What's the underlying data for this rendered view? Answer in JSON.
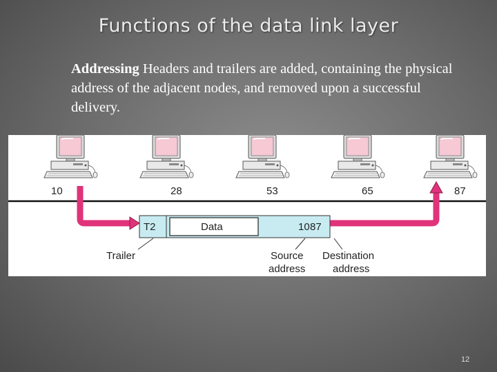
{
  "slide": {
    "title": "Functions of the data link layer",
    "body_heading": "Addressing",
    "body_text": " Headers and trailers are added, containing the physical address of the adjacent nodes, and removed upon a successful delivery.",
    "page_number": "12"
  },
  "diagram": {
    "nodes": [
      {
        "address": "10",
        "icon": "computer-icon"
      },
      {
        "address": "28",
        "icon": "computer-icon"
      },
      {
        "address": "53",
        "icon": "computer-icon"
      },
      {
        "address": "65",
        "icon": "computer-icon"
      },
      {
        "address": "87",
        "icon": "computer-icon"
      }
    ],
    "frame": {
      "trailer": "T2",
      "data": "Data",
      "source": "10",
      "destination": "87"
    },
    "labels": {
      "trailer": "Trailer",
      "source_line1": "Source",
      "source_line2": "address",
      "destination_line1": "Destination",
      "destination_line2": "address"
    },
    "colors": {
      "arrow": "#e0337a",
      "frame_fill": "#c7ebf1",
      "computer_screen": "#f4c2cf",
      "computer_body": "#d8d8d8"
    }
  }
}
